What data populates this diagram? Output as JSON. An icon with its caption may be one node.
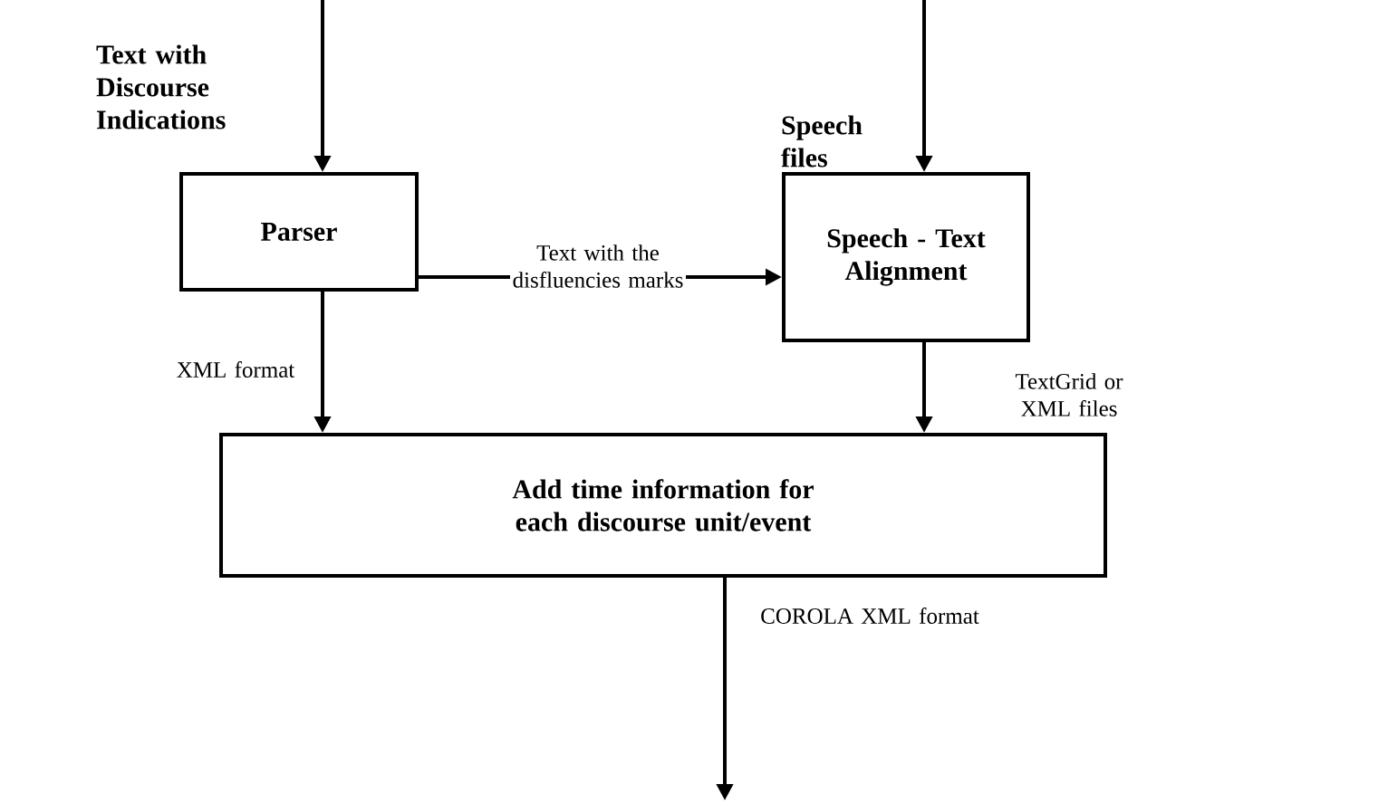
{
  "diagram": {
    "nodes": [
      {
        "text": [
          "Parser"
        ]
      },
      {
        "text": [
          "Speech - Text Alignment"
        ]
      },
      {
        "text": [
          "Add time information for each discourse unit/event"
        ]
      }
    ],
    "edges": [
      {
        "from": null,
        "to": 0,
        "arrow": "to",
        "label": "Text with Discourse Indications"
      },
      {
        "from": null,
        "to": 1,
        "arrow": "to",
        "label": "Speech files"
      },
      {
        "from": 0,
        "to": 1,
        "arrow": "to",
        "label": "Text with the disfluencies marks"
      },
      {
        "from": 0,
        "to": 2,
        "arrow": "to",
        "label": "XML format"
      },
      {
        "from": 1,
        "to": 2,
        "arrow": "to",
        "label": "TextGrid or XML files"
      },
      {
        "from": 2,
        "to": null,
        "arrow": "to",
        "label": "COROLA XML format"
      }
    ]
  }
}
